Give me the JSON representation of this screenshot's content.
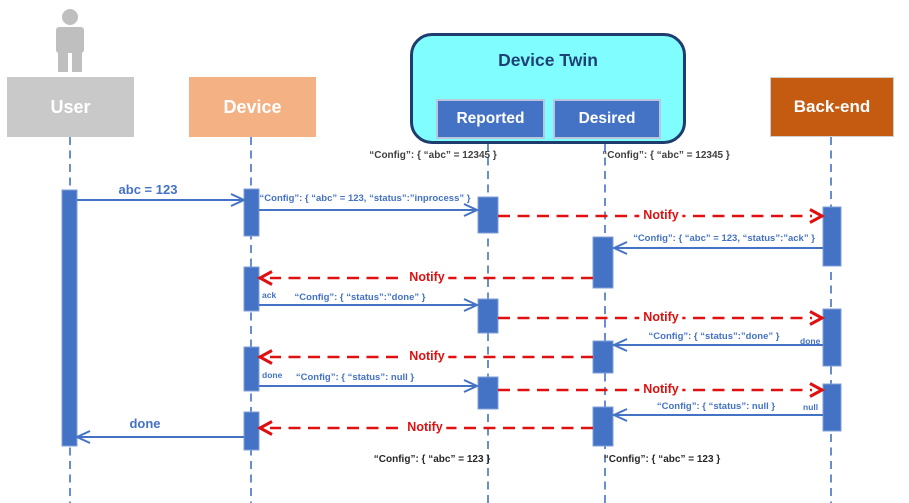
{
  "actors": {
    "user": "User",
    "device": "Device",
    "device_twin": "Device Twin",
    "reported": "Reported",
    "desired": "Desired",
    "backend": "Back-end"
  },
  "twin_state": {
    "reported_initial": "“Config”: { “abc” = 12345 }",
    "desired_initial": "“Config”: { “abc” = 12345 }",
    "reported_final": "“Config”: { “abc” = 123 }",
    "desired_final": "“Config”: { “abc” = 123 }"
  },
  "messages": {
    "user_to_device": "abc = 123",
    "device_reports_inprocess": "“Config”: { “abc” = 123, “status”:”inprocess” }",
    "backend_sets_ack": "“Config”: { “abc” = 123, “status”:”ack” }",
    "device_ack_note": "ack",
    "device_reports_done": "“Config”: { “status”:”done” }",
    "backend_sets_done": "“Config”: { “status”:”done” }",
    "backend_done_note": "done",
    "device_done_note": "done",
    "device_reports_null": "“Config”: { “status”: null }",
    "backend_sets_null": "“Config”: { “status”: null }",
    "backend_null_note": "null",
    "device_to_user": "done",
    "notify": "Notify"
  },
  "colors": {
    "arrow_blue": "#4472c4",
    "notify_red": "#e01010",
    "user_gray": "#c9c9c9",
    "device_orange": "#f4b183",
    "twin_cyan": "#80feff",
    "twin_border": "#1e3c6e",
    "node_blue": "#4472c4",
    "backend_orange": "#c55a11"
  }
}
